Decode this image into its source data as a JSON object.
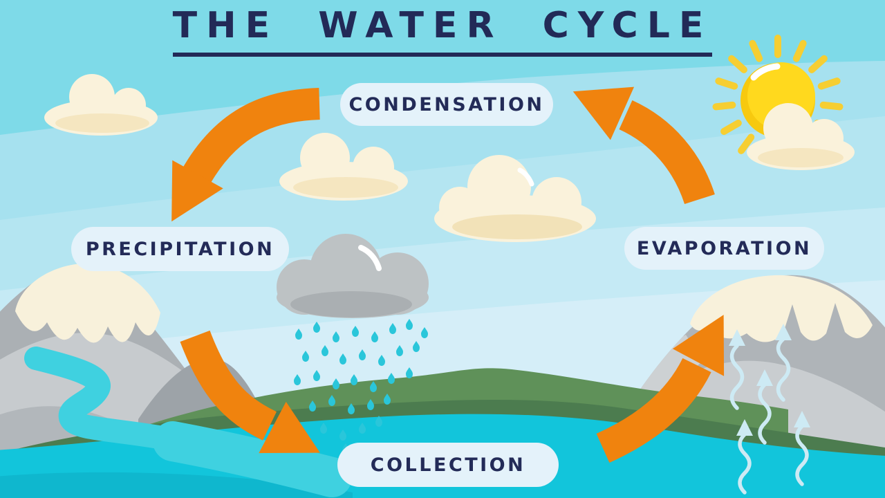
{
  "title": "THE WATER CYCLE",
  "stages": {
    "condensation": "CONDENSATION",
    "precipitation": "PRECIPITATION",
    "evaporation": "EVAPORATION",
    "collection": "COLLECTION"
  },
  "colors": {
    "title_text": "#222A57",
    "label_pill_bg": "#E4F2FA",
    "label_text": "#232B58",
    "arrow_orange": "#F0830E",
    "sky_top": "#7EDAE8",
    "sky_horizon": "#D5EEF8",
    "water_teal": "#12C5DB",
    "river_teal": "#3FD1E0",
    "sun_yellow": "#FFD91E",
    "hill_green_light": "#5F9159",
    "hill_green_dark": "#4C7C4F",
    "mountain_gray": "#ABB0B4",
    "snow_cream": "#F8F1DB",
    "cloud_cream": "#FAF2DB",
    "rain_cloud_gray": "#BDC2C4",
    "raindrop_teal": "#2AC6DA",
    "evaporation_arrow_blue": "#CDEAF4"
  }
}
